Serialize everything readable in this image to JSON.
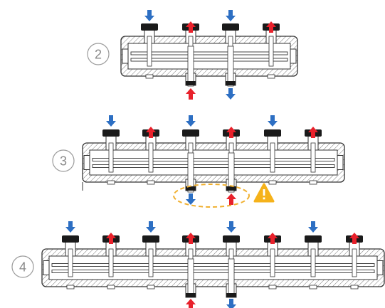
{
  "labels": {
    "config_2": "2",
    "config_3": "3",
    "config_4": "4"
  },
  "colors": {
    "supply_arrow": "#e8212b",
    "return_arrow": "#2d6fc3",
    "warning_fill": "#f5b21a",
    "warning_ring": "#f0b030",
    "cap": "#1a1a1a",
    "outline": "#333333",
    "badge": "#9a9a9a"
  },
  "manifolds": [
    {
      "id": "config_2",
      "top_ports": [
        "return",
        "supply",
        "return",
        "supply"
      ],
      "bottom_ports": [
        "supply",
        "return"
      ],
      "warning": false
    },
    {
      "id": "config_3",
      "top_ports": [
        "return",
        "supply",
        "return",
        "supply",
        "return",
        "supply"
      ],
      "bottom_ports": [
        "return",
        "supply"
      ],
      "warning": true
    },
    {
      "id": "config_4",
      "top_ports": [
        "return",
        "supply",
        "return",
        "supply",
        "return",
        "supply",
        "return",
        "supply"
      ],
      "bottom_ports": [
        "supply",
        "return"
      ],
      "warning": false
    }
  ],
  "icons": {
    "warning": "warning-triangle-icon",
    "supply": "red-arrow-up-icon",
    "return": "blue-arrow-down-icon"
  }
}
